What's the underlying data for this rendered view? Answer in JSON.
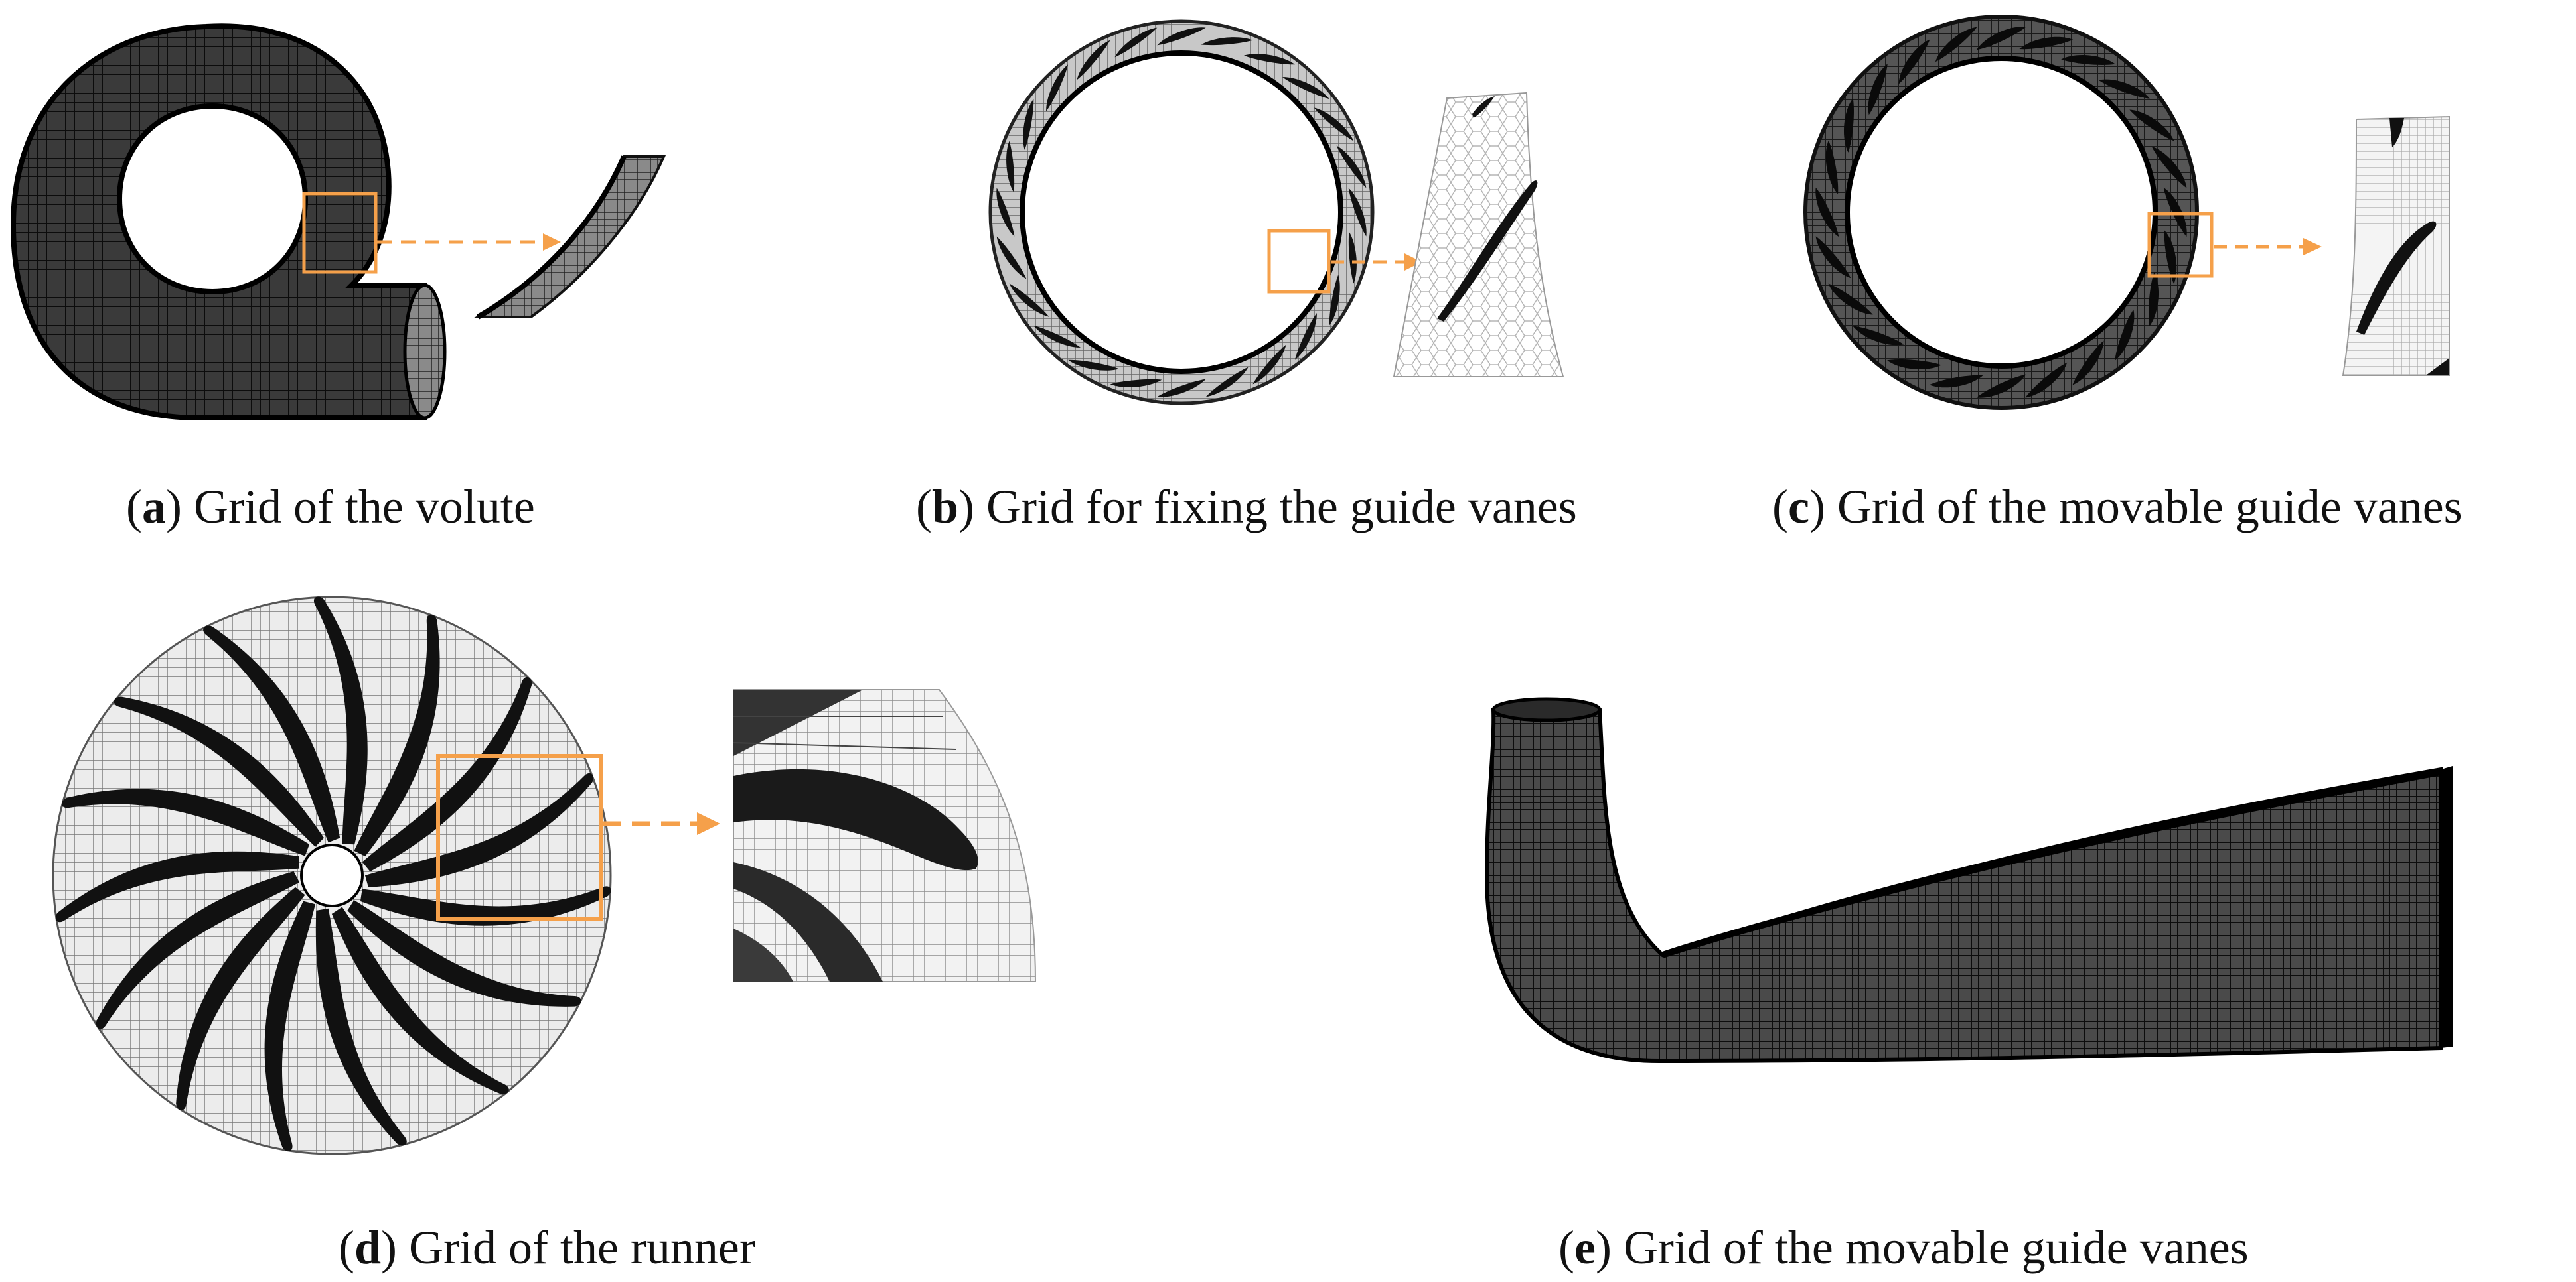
{
  "highlight_color": "#f5a04a",
  "mesh_color": "#111111",
  "panels": [
    {
      "letter": "a",
      "caption": "Grid of the volute"
    },
    {
      "letter": "b",
      "caption": "Grid for fixing the guide vanes"
    },
    {
      "letter": "c",
      "caption": "Grid of the movable guide vanes"
    },
    {
      "letter": "d",
      "caption": "Grid of the runner"
    },
    {
      "letter": "e",
      "caption": "Grid of the movable guide vanes"
    }
  ]
}
